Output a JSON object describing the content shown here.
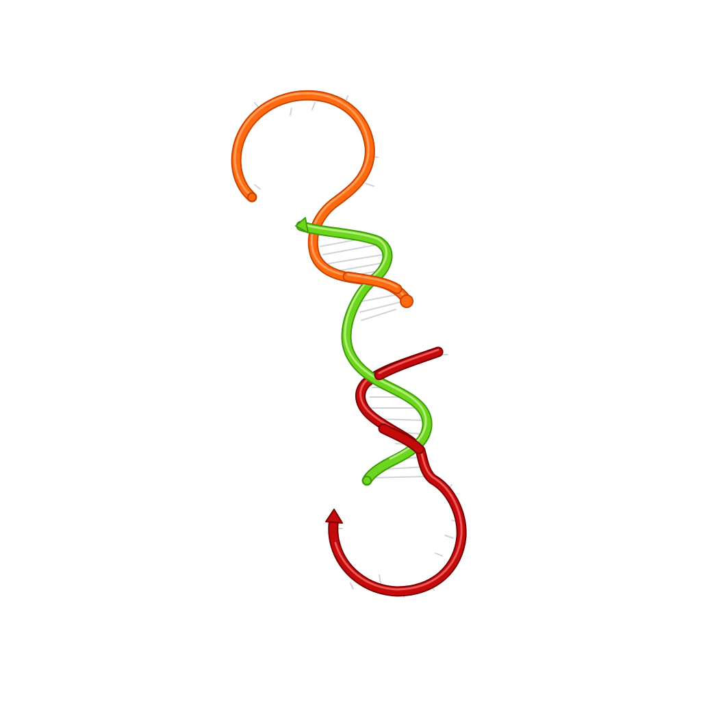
{
  "scene": {
    "background": "#ffffff",
    "strands": [
      {
        "name": "orange-strand",
        "color": "#ff6a10",
        "highlight": "#ffb070",
        "shadow": "#c84400"
      },
      {
        "name": "green-strand",
        "color": "#6cd61e",
        "highlight": "#c6f58a",
        "shadow": "#3e9a08"
      },
      {
        "name": "red-strand",
        "color": "#c40a0a",
        "highlight": "#ff7a7a",
        "shadow": "#7a0000"
      }
    ],
    "base_pair_color": "#cfd3d8"
  }
}
